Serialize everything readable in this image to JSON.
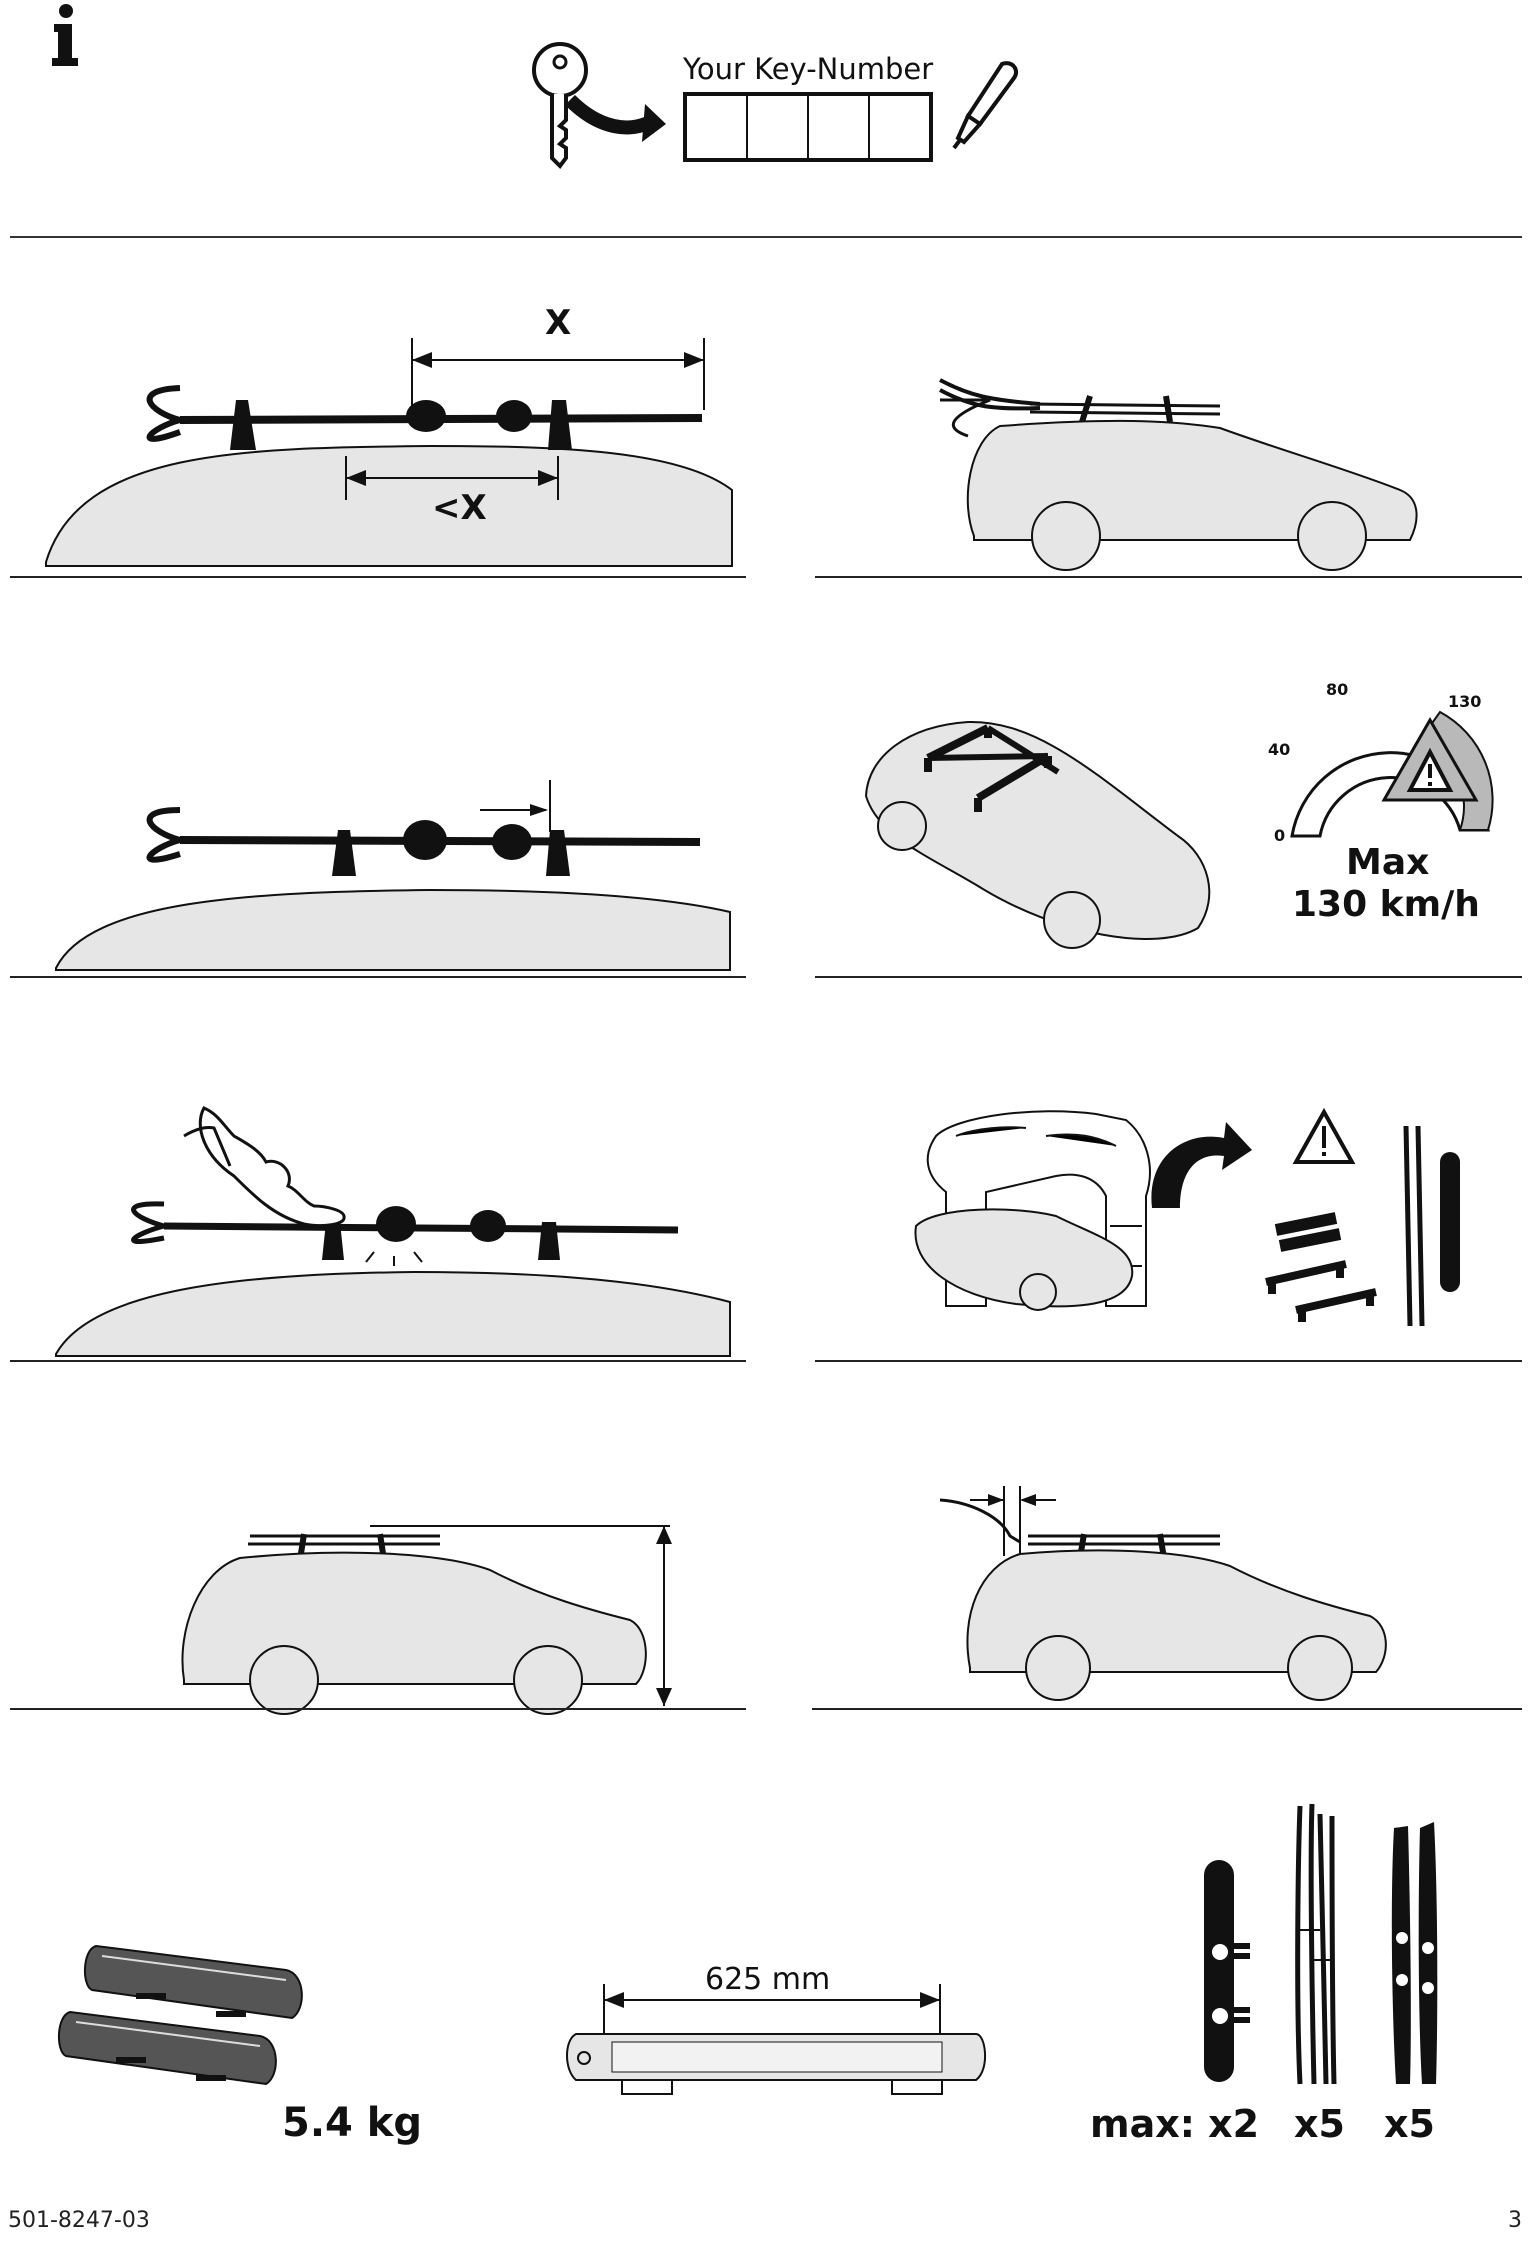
{
  "header": {
    "info_icon": "info-icon",
    "key_number_label": "Your Key-Number"
  },
  "panels": {
    "distance_x": "X",
    "distance_lt_x": "<X",
    "speed_gauge": {
      "ticks": [
        "0",
        "40",
        "80",
        "130"
      ],
      "max_label_line1": "Max",
      "max_label_line2": "130 km/h"
    }
  },
  "specs": {
    "weight": "5.4 kg",
    "length": "625 mm",
    "capacity_snowboard": "max: x2",
    "capacity_skis_a": "x5",
    "capacity_skis_b": "x5"
  },
  "footer": {
    "doc_number": "501-8247-03",
    "page_number": "3"
  },
  "colors": {
    "car_fill": "#e6e6e6",
    "ink": "#111111",
    "warning_fill": "#b9b9b9"
  }
}
